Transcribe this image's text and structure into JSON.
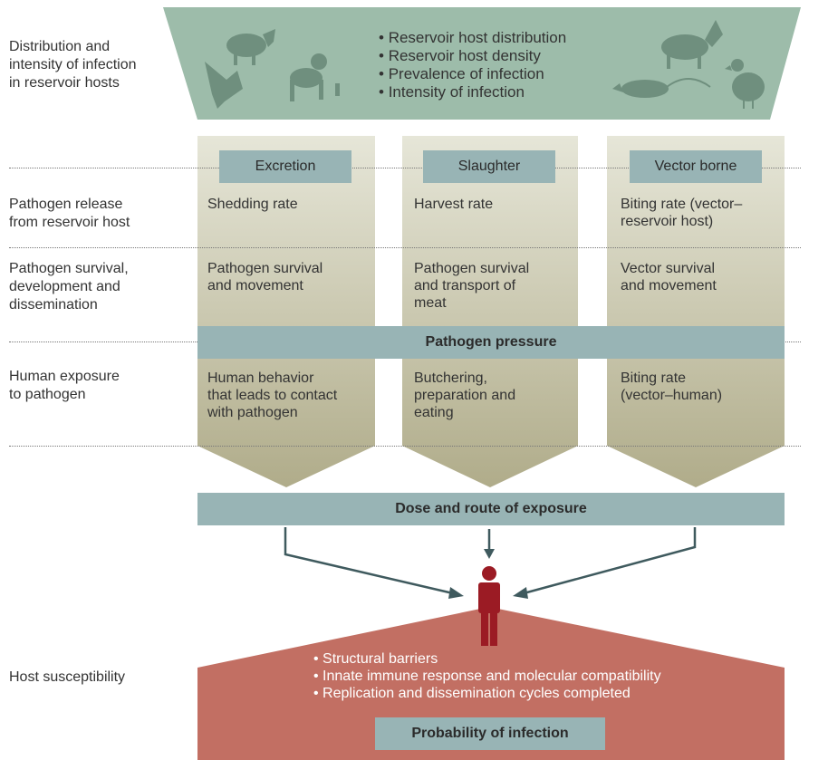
{
  "reservoir": {
    "label_lines": [
      "Distribution and",
      "intensity of infection",
      "in reservoir hosts"
    ],
    "bullets": [
      "Reservoir host distribution",
      "Reservoir host density",
      "Prevalence of infection",
      "Intensity of infection"
    ]
  },
  "columns": [
    {
      "header": "Excretion",
      "release": [
        "Shedding rate"
      ],
      "survival": [
        "Pathogen survival",
        "and movement"
      ],
      "exposure": [
        "Human behavior",
        "that leads to contact",
        "with pathogen"
      ]
    },
    {
      "header": "Slaughter",
      "release": [
        "Harvest rate"
      ],
      "survival": [
        "Pathogen survival",
        "and transport of",
        "meat"
      ],
      "exposure": [
        "Butchering,",
        "preparation and",
        "eating"
      ]
    },
    {
      "header": "Vector borne",
      "release": [
        "Biting rate (vector–",
        "reservoir host)"
      ],
      "survival": [
        "Vector survival",
        "and movement"
      ],
      "exposure": [
        "Biting rate",
        "(vector–human)"
      ]
    }
  ],
  "row_labels": {
    "release": [
      "Pathogen release",
      "from reservoir host"
    ],
    "survival": [
      "Pathogen survival,",
      "development and",
      "dissemination"
    ],
    "exposure": [
      "Human exposure",
      "to pathogen"
    ],
    "host": "Host susceptibility"
  },
  "pathogen_pressure": "Pathogen pressure",
  "dose_route": "Dose and route of exposure",
  "host": {
    "bullets": [
      "Structural barriers",
      "Innate immune response and molecular compatibility",
      "Replication and dissemination cycles completed"
    ],
    "probability": "Probability of infection"
  },
  "colors": {
    "reservoir_bg": "#9dbcaa",
    "column_top": "#e6e6d8",
    "column_bottom": "#b0ac8a",
    "box": "#98b4b5",
    "host_bg": "#c26f63",
    "human": "#9b1b24",
    "arrow": "#3f5a5e",
    "silhouette": "#6f8f7e"
  }
}
